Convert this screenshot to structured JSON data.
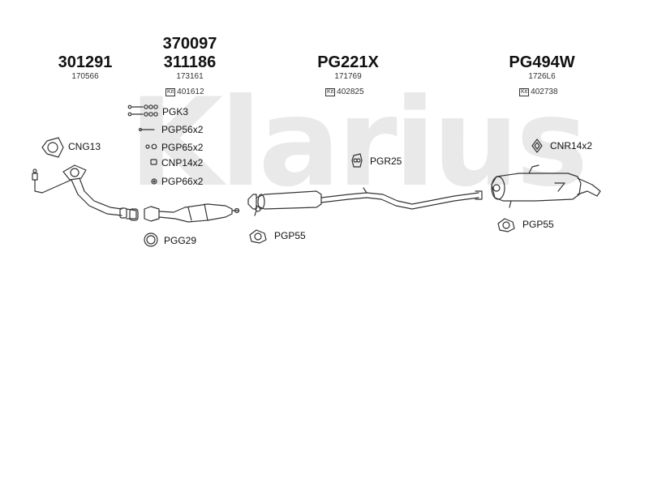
{
  "watermark": "Klarius",
  "groups": [
    {
      "part_numbers": [
        "301291"
      ],
      "ref": "170566"
    },
    {
      "part_numbers": [
        "370097",
        "311186"
      ],
      "ref": "173161",
      "kit": "401612"
    },
    {
      "part_numbers": [
        "PG221X"
      ],
      "ref": "171769",
      "kit": "402825"
    },
    {
      "part_numbers": [
        "PG494W"
      ],
      "ref": "1726L6",
      "kit": "402738"
    }
  ],
  "kit_badge": "Kit",
  "fittings": {
    "cng13": "CNG13",
    "pgk3": "PGK3",
    "pgp56": "PGP56x2",
    "pgp65": "PGP65x2",
    "cnp14": "CNP14x2",
    "pgp66": "PGP66x2",
    "pgg29": "PGG29",
    "pgp55_mid": "PGP55",
    "pgr25": "PGR25",
    "cnr14": "CNR14x2",
    "pgp55_rear": "PGP55"
  },
  "colors": {
    "line": "#333333",
    "watermark": "#e8e8e8"
  }
}
